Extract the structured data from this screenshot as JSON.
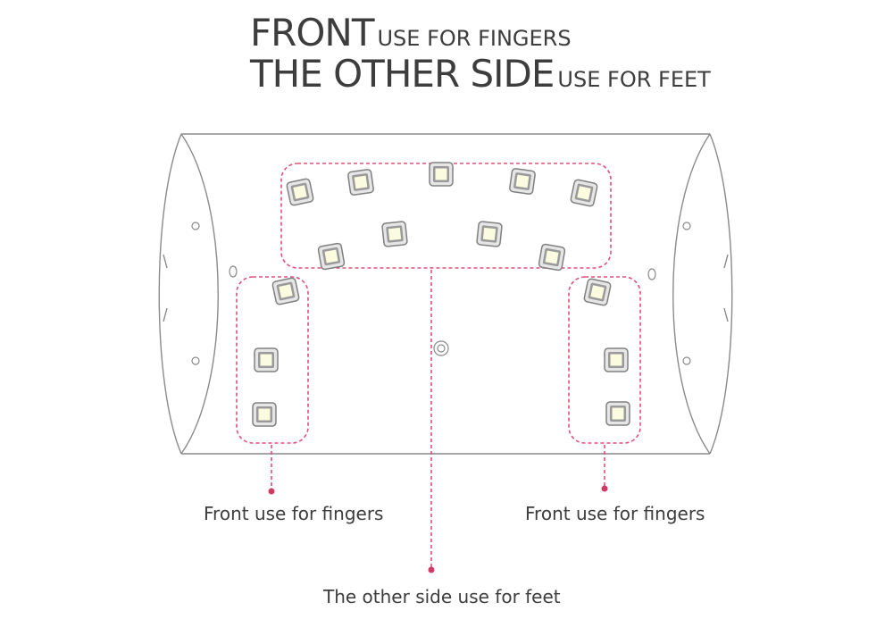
{
  "heading": {
    "line1_big": "FRONT",
    "line1_small": "USE FOR FINGERS",
    "line2_big": "THE OTHER SIDE",
    "line2_small": "USE FOR FEET"
  },
  "labels": {
    "left": "Front use for fingers",
    "right": "Front use for fingers",
    "bottom": "The other side use for feet"
  },
  "colors": {
    "outline": "#7a7a7a",
    "callout": "#e0507a",
    "led_fill": "#fbfbe0",
    "led_frame": "#808080"
  }
}
